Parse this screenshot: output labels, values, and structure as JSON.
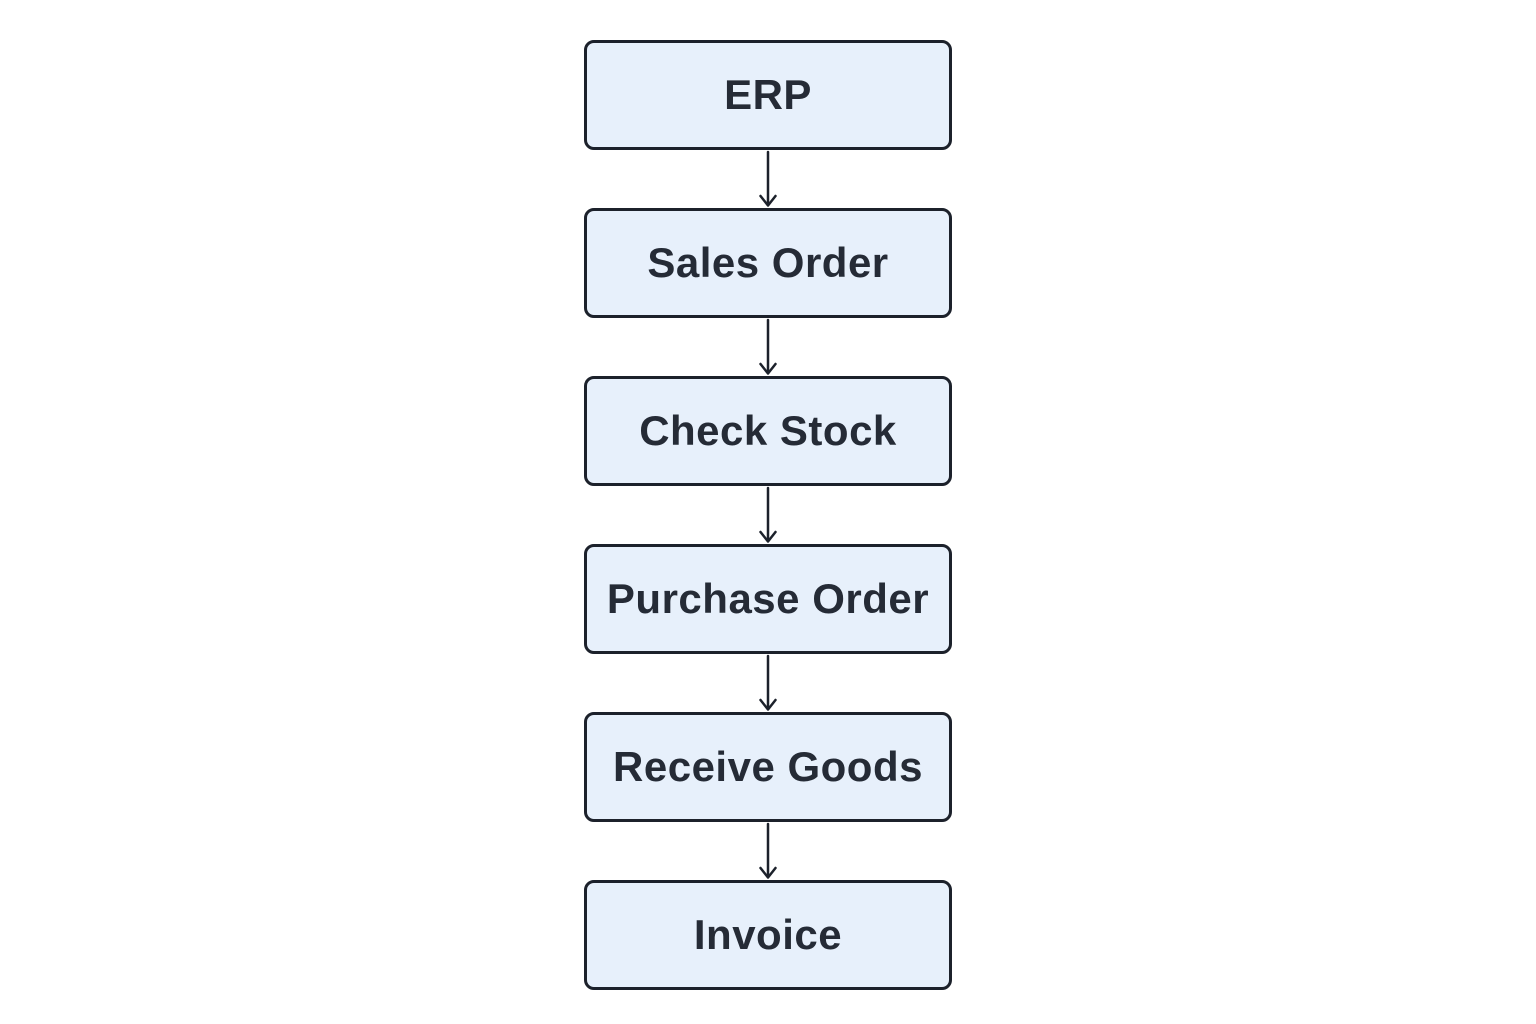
{
  "diagram": {
    "type": "flowchart",
    "direction": "top-down",
    "nodes": [
      {
        "id": "erp",
        "label": "ERP"
      },
      {
        "id": "sales-order",
        "label": "Sales Order"
      },
      {
        "id": "check-stock",
        "label": "Check Stock"
      },
      {
        "id": "purchase-order",
        "label": "Purchase Order"
      },
      {
        "id": "receive-goods",
        "label": "Receive Goods"
      },
      {
        "id": "invoice",
        "label": "Invoice"
      }
    ],
    "edges": [
      {
        "from": "ERP",
        "to": "Sales Order"
      },
      {
        "from": "Sales Order",
        "to": "Check Stock"
      },
      {
        "from": "Check Stock",
        "to": "Purchase Order"
      },
      {
        "from": "Purchase Order",
        "to": "Receive Goods"
      },
      {
        "from": "Receive Goods",
        "to": "Invoice"
      }
    ],
    "colors": {
      "node_fill": "#e7f0fb",
      "node_border": "#1c212b",
      "text_color": "#252b36",
      "arrow_color": "#1c212b",
      "bg_color": "#ffffff"
    }
  }
}
